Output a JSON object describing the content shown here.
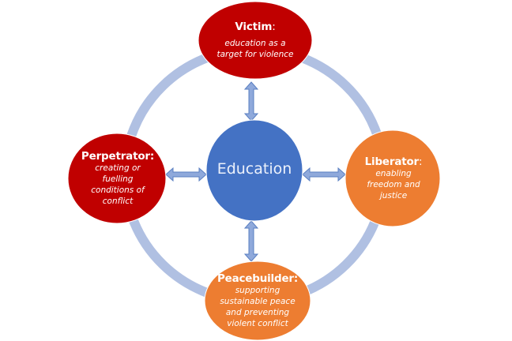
{
  "colors": {
    "ring": "#b0c0e2",
    "arrow_fill": "#8fa9db",
    "arrow_stroke": "#5a7fc2",
    "center_fill": "#4472c4",
    "victim_fill": "#c00000",
    "perpetrator_fill": "#c00000",
    "liberator_fill": "#ed7d31",
    "peacebuilder_fill": "#ed7d31",
    "text": "#ffffff"
  },
  "center": {
    "label": "Education"
  },
  "nodes": {
    "victim": {
      "title": "Victim",
      "colon": ":",
      "lines": [
        "education as a",
        "target for violence"
      ]
    },
    "perpetrator": {
      "title": "Perpetrator:",
      "colon": "",
      "lines": [
        "creating or",
        "fuelling",
        "conditions of",
        "conflict"
      ]
    },
    "liberator": {
      "title": "Liberator",
      "colon": ":",
      "lines": [
        "enabling",
        "freedom and",
        "justice"
      ]
    },
    "peacebuilder": {
      "title": "Peacebuilder:",
      "colon": "",
      "lines": [
        "supporting",
        "sustainable peace",
        "and preventing",
        "violent conflict"
      ]
    }
  },
  "connections": [
    {
      "from": "Education",
      "to": "Victim",
      "type": "bidirectional-arrow"
    },
    {
      "from": "Education",
      "to": "Perpetrator",
      "type": "bidirectional-arrow"
    },
    {
      "from": "Education",
      "to": "Liberator",
      "type": "bidirectional-arrow"
    },
    {
      "from": "Education",
      "to": "Peacebuilder",
      "type": "bidirectional-arrow"
    }
  ]
}
